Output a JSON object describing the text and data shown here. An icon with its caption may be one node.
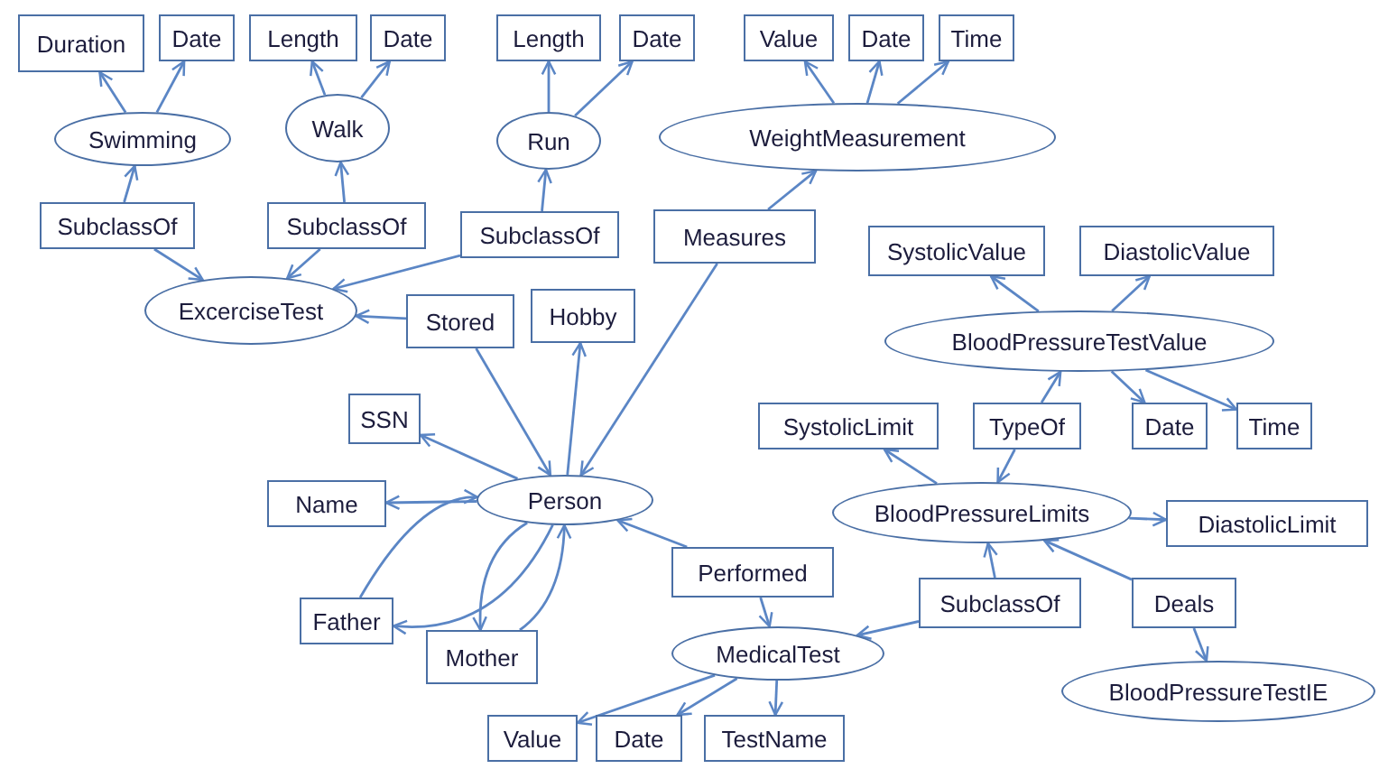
{
  "diagram": {
    "nodes": [
      {
        "text": [
          "Duration"
        ]
      },
      {
        "text": [
          "Date"
        ]
      },
      {
        "text": [
          "Length"
        ]
      },
      {
        "text": [
          "Date"
        ]
      },
      {
        "text": [
          "Length"
        ]
      },
      {
        "text": [
          "Date"
        ]
      },
      {
        "text": [
          "Value"
        ]
      },
      {
        "text": [
          "Date"
        ]
      },
      {
        "text": [
          "Time"
        ]
      },
      {
        "text": [
          "Swimming"
        ]
      },
      {
        "text": [
          "Walk"
        ]
      },
      {
        "text": [
          "Run"
        ]
      },
      {
        "text": [
          "WeightMeasurement"
        ]
      },
      {
        "text": [
          "SubclassOf"
        ]
      },
      {
        "text": [
          "SubclassOf"
        ]
      },
      {
        "text": [
          "SubclassOf"
        ]
      },
      {
        "text": [
          "Measures"
        ]
      },
      {
        "text": [
          "SystolicValue"
        ]
      },
      {
        "text": [
          "DiastolicValue"
        ]
      },
      {
        "text": [
          "ExcerciseTest"
        ]
      },
      {
        "text": [
          "Stored"
        ]
      },
      {
        "text": [
          "Hobby"
        ]
      },
      {
        "text": [
          "BloodPressureTestValue"
        ]
      },
      {
        "text": [
          "SSN"
        ]
      },
      {
        "text": [
          "SystolicLimit"
        ]
      },
      {
        "text": [
          "TypeOf"
        ]
      },
      {
        "text": [
          "Date"
        ]
      },
      {
        "text": [
          "Time"
        ]
      },
      {
        "text": [
          "Name"
        ]
      },
      {
        "text": [
          "Person"
        ]
      },
      {
        "text": [
          "BloodPressureLimits"
        ]
      },
      {
        "text": [
          "DiastolicLimit"
        ]
      },
      {
        "text": [
          "Father"
        ]
      },
      {
        "text": [
          "Performed"
        ]
      },
      {
        "text": [
          "SubclassOf"
        ]
      },
      {
        "text": [
          "Deals"
        ]
      },
      {
        "text": [
          "Mother"
        ]
      },
      {
        "text": [
          "MedicalTest"
        ]
      },
      {
        "text": [
          "BloodPressureTestIE"
        ]
      },
      {
        "text": [
          "Value"
        ]
      },
      {
        "text": [
          "Date"
        ]
      },
      {
        "text": [
          "TestName"
        ]
      }
    ],
    "edges": [
      {
        "from": 9,
        "to": 0,
        "arrow": "to"
      },
      {
        "from": 9,
        "to": 1,
        "arrow": "to"
      },
      {
        "from": 10,
        "to": 2,
        "arrow": "to"
      },
      {
        "from": 10,
        "to": 3,
        "arrow": "to"
      },
      {
        "from": 11,
        "to": 4,
        "arrow": "to"
      },
      {
        "from": 11,
        "to": 5,
        "arrow": "to"
      },
      {
        "from": 12,
        "to": 6,
        "arrow": "to"
      },
      {
        "from": 12,
        "to": 7,
        "arrow": "to"
      },
      {
        "from": 12,
        "to": 8,
        "arrow": "to"
      },
      {
        "from": 13,
        "to": 9,
        "arrow": "to"
      },
      {
        "from": 13,
        "to": 19,
        "arrow": "to"
      },
      {
        "from": 14,
        "to": 10,
        "arrow": "to"
      },
      {
        "from": 14,
        "to": 19,
        "arrow": "to"
      },
      {
        "from": 15,
        "to": 11,
        "arrow": "to"
      },
      {
        "from": 15,
        "to": 19,
        "arrow": "to"
      },
      {
        "from": 16,
        "to": 12,
        "arrow": "to"
      },
      {
        "from": 16,
        "to": 29,
        "arrow": "to"
      },
      {
        "from": 20,
        "to": 19,
        "arrow": "to"
      },
      {
        "from": 20,
        "to": 29,
        "arrow": "to"
      },
      {
        "from": 29,
        "to": 21,
        "arrow": "to"
      },
      {
        "from": 29,
        "to": 23,
        "arrow": "to"
      },
      {
        "from": 29,
        "to": 28,
        "arrow": "to"
      },
      {
        "from": 29,
        "to": 32,
        "arrow": "to"
      },
      {
        "from": 32,
        "to": 29,
        "arrow": "to"
      },
      {
        "from": 29,
        "to": 36,
        "arrow": "to"
      },
      {
        "from": 36,
        "to": 29,
        "arrow": "to"
      },
      {
        "from": 33,
        "to": 29,
        "arrow": "to"
      },
      {
        "from": 33,
        "to": 37,
        "arrow": "to"
      },
      {
        "from": 22,
        "to": 17,
        "arrow": "to"
      },
      {
        "from": 22,
        "to": 18,
        "arrow": "to"
      },
      {
        "from": 25,
        "to": 22,
        "arrow": "to"
      },
      {
        "from": 25,
        "to": 30,
        "arrow": "to"
      },
      {
        "from": 22,
        "to": 26,
        "arrow": "to"
      },
      {
        "from": 22,
        "to": 27,
        "arrow": "to"
      },
      {
        "from": 30,
        "to": 24,
        "arrow": "to"
      },
      {
        "from": 30,
        "to": 31,
        "arrow": "to"
      },
      {
        "from": 35,
        "to": 30,
        "arrow": "to"
      },
      {
        "from": 35,
        "to": 38,
        "arrow": "to"
      },
      {
        "from": 34,
        "to": 30,
        "arrow": "to"
      },
      {
        "from": 34,
        "to": 37,
        "arrow": "to"
      },
      {
        "from": 37,
        "to": 39,
        "arrow": "to"
      },
      {
        "from": 37,
        "to": 40,
        "arrow": "to"
      },
      {
        "from": 37,
        "to": 41,
        "arrow": "to"
      }
    ]
  }
}
